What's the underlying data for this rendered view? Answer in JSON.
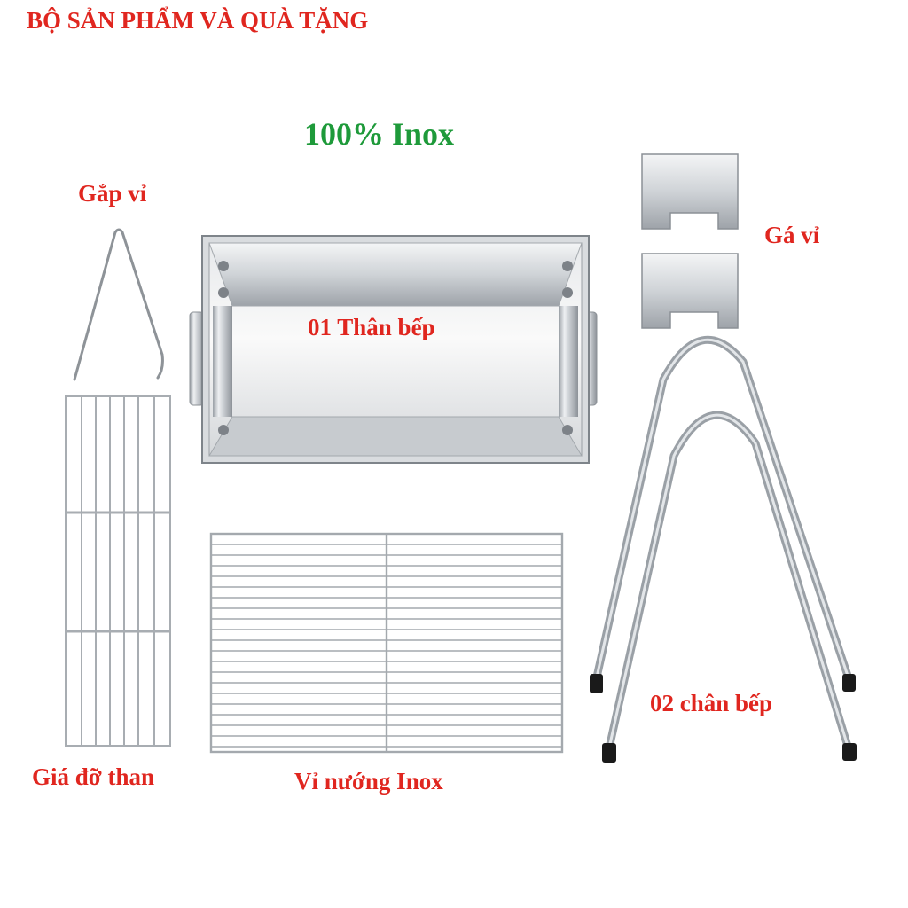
{
  "heading": "BỘ SẢN PHẨM VÀ QUÀ TẶNG",
  "material_badge": "100% Inox",
  "items": {
    "tongs": "Gắp vỉ",
    "grill_holder": "Gá vỉ",
    "stove_body": "01 Thân bếp",
    "legs": "02 chân bếp",
    "charcoal_rack": "Giá đỡ than",
    "grill_grate": "Vỉ nướng Inox"
  },
  "colors": {
    "label_red": "#e0261f",
    "badge_green": "#1e9a3a",
    "steel": "#c9cdd1",
    "steel_dark": "#8b9096",
    "foot_black": "#1a1a1a"
  }
}
